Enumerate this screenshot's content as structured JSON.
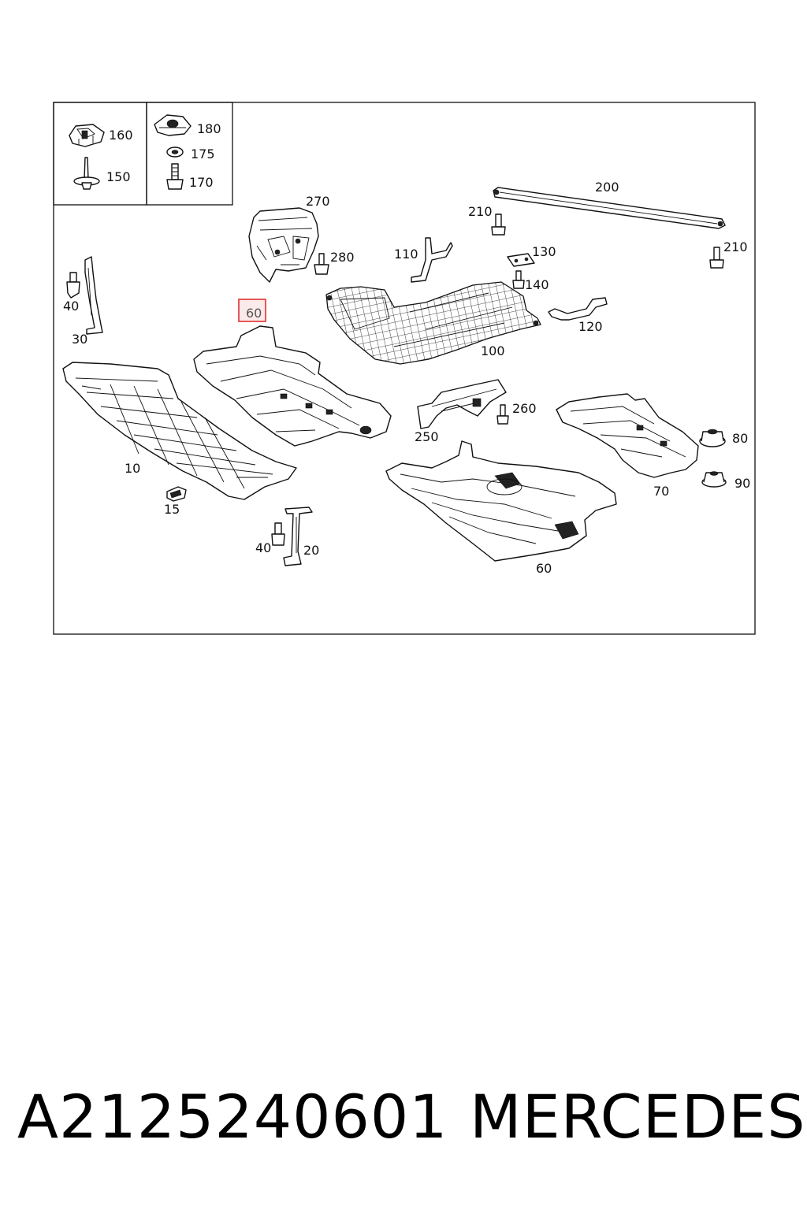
{
  "diagram": {
    "part_labels": {
      "p10": "10",
      "p15": "15",
      "p20": "20",
      "p30": "30",
      "p40a": "40",
      "p40b": "40",
      "p60a": "60",
      "p60b": "60",
      "p70": "70",
      "p80": "80",
      "p90": "90",
      "p100": "100",
      "p110": "110",
      "p120": "120",
      "p130": "130",
      "p140": "140",
      "p150": "150",
      "p160": "160",
      "p170": "170",
      "p175": "175",
      "p180": "180",
      "p200": "200",
      "p210a": "210",
      "p210b": "210",
      "p250": "250",
      "p260": "260",
      "p270": "270",
      "p280": "280"
    },
    "highlight": {
      "label": "60",
      "border_color": "#e03030",
      "fill_color": "#fbeaea"
    }
  },
  "footer": {
    "part_number": "A2125240601",
    "brand": "MERCEDES"
  }
}
